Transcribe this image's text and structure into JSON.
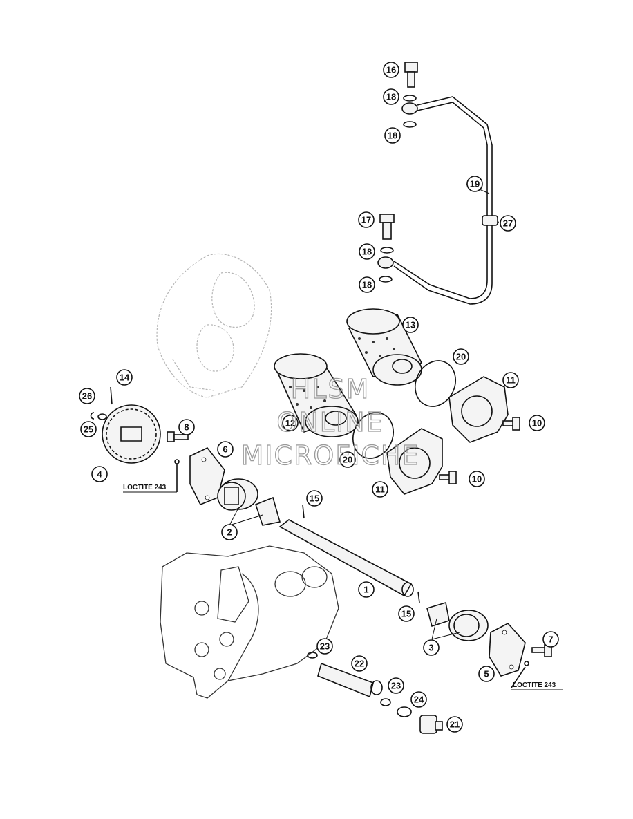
{
  "diagram": {
    "callouts": [
      {
        "id": "c16",
        "label": "16"
      },
      {
        "id": "c18a",
        "label": "18"
      },
      {
        "id": "c18b",
        "label": "18"
      },
      {
        "id": "c19",
        "label": "19"
      },
      {
        "id": "c27",
        "label": "27"
      },
      {
        "id": "c17",
        "label": "17"
      },
      {
        "id": "c18c",
        "label": "18"
      },
      {
        "id": "c18d",
        "label": "18"
      },
      {
        "id": "c13",
        "label": "13"
      },
      {
        "id": "c20a",
        "label": "20"
      },
      {
        "id": "c11a",
        "label": "11"
      },
      {
        "id": "c14",
        "label": "14"
      },
      {
        "id": "c26",
        "label": "26"
      },
      {
        "id": "c25",
        "label": "25"
      },
      {
        "id": "c12",
        "label": "12"
      },
      {
        "id": "c10a",
        "label": "10"
      },
      {
        "id": "c8",
        "label": "8"
      },
      {
        "id": "c6",
        "label": "6"
      },
      {
        "id": "c20b",
        "label": "20"
      },
      {
        "id": "c4",
        "label": "4"
      },
      {
        "id": "c10b",
        "label": "10"
      },
      {
        "id": "c11b",
        "label": "11"
      },
      {
        "id": "c15a",
        "label": "15"
      },
      {
        "id": "c2",
        "label": "2"
      },
      {
        "id": "c1",
        "label": "1"
      },
      {
        "id": "c15b",
        "label": "15"
      },
      {
        "id": "c7",
        "label": "7"
      },
      {
        "id": "c3",
        "label": "3"
      },
      {
        "id": "c23a",
        "label": "23"
      },
      {
        "id": "c22",
        "label": "22"
      },
      {
        "id": "c5",
        "label": "5"
      },
      {
        "id": "c23b",
        "label": "23"
      },
      {
        "id": "c24",
        "label": "24"
      },
      {
        "id": "c21",
        "label": "21"
      }
    ],
    "loctite_left": "LOCTITE 243",
    "loctite_right": "LOCTITE 243",
    "watermark": {
      "line1": "HLSM",
      "line2": "ONLINE",
      "line3": "MICROFICHE"
    }
  }
}
